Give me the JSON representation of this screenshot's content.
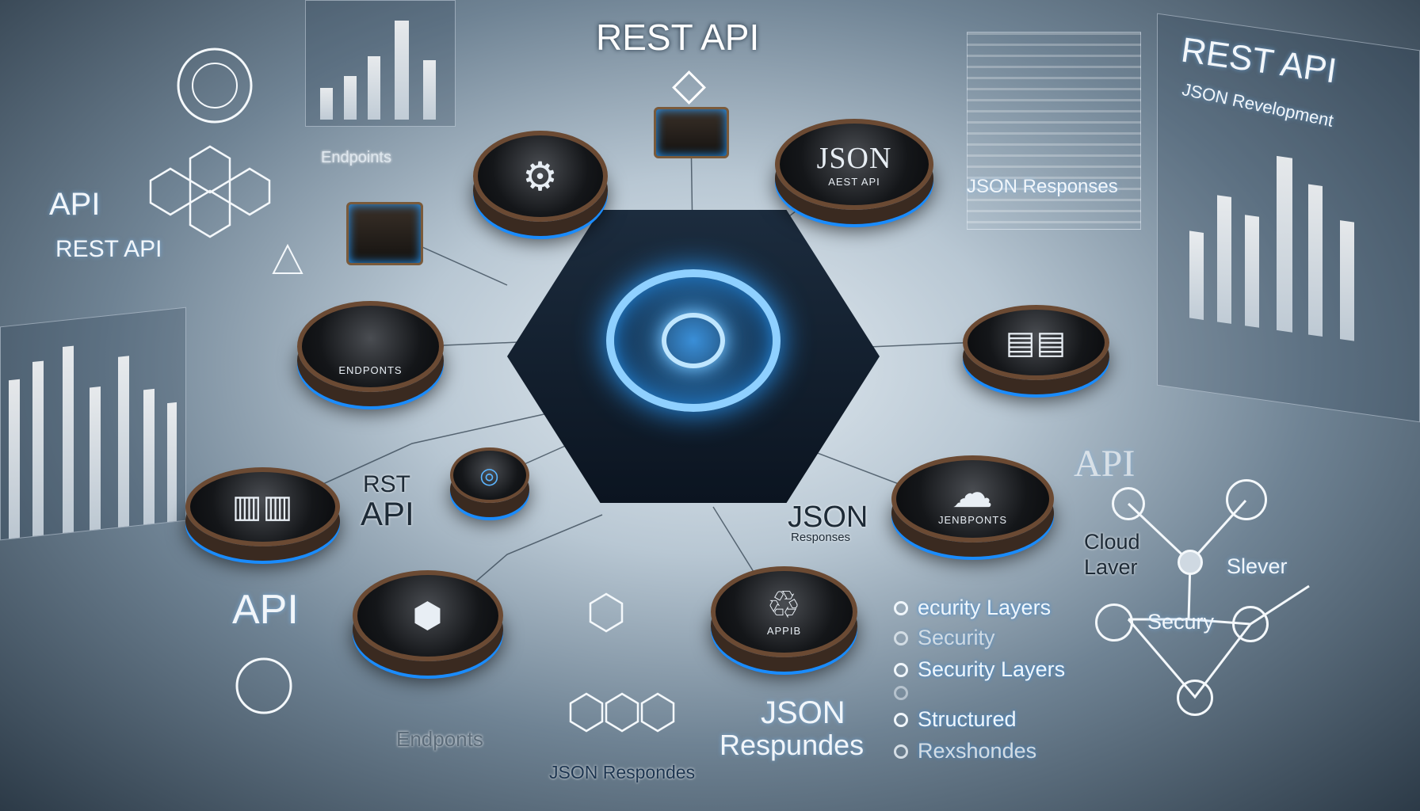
{
  "headline": "REST API",
  "top_right": {
    "title": "REST API",
    "subtitle": "JSON Revelopment"
  },
  "labels": {
    "left_api": "API",
    "left_rest_api": "REST API",
    "endpoints_panel": "Endpoints",
    "rst": "RST",
    "rst_api": "API",
    "big_api": "API",
    "endponts": "Endponts",
    "json_respondes_bottom": "JSON Respondes",
    "json_mid": "JSON",
    "responses_mid": "Responses",
    "json_bottom": "JSON",
    "respundes_bottom": "Respundes",
    "json_respondes_right": "JSON Responses",
    "right_api": "API",
    "cloud_laver": "Cloud\nLaver",
    "slever": "Slever",
    "secury": "Secury"
  },
  "pucks": {
    "json": "JSON",
    "aest": "AEST API",
    "endponts": "ENDPONTS",
    "jenbponts": "JENBPONTS",
    "appib": "APPIB"
  },
  "feature_list": [
    "ecurity Layers",
    "Security",
    "Security Layers",
    "",
    "Structured",
    "Rexshondes"
  ],
  "colors": {
    "glow": "#2a9dff",
    "bronze": "#6b4a33",
    "bg_light": "#e4ecf2",
    "bg_dark": "#2c3a47"
  }
}
